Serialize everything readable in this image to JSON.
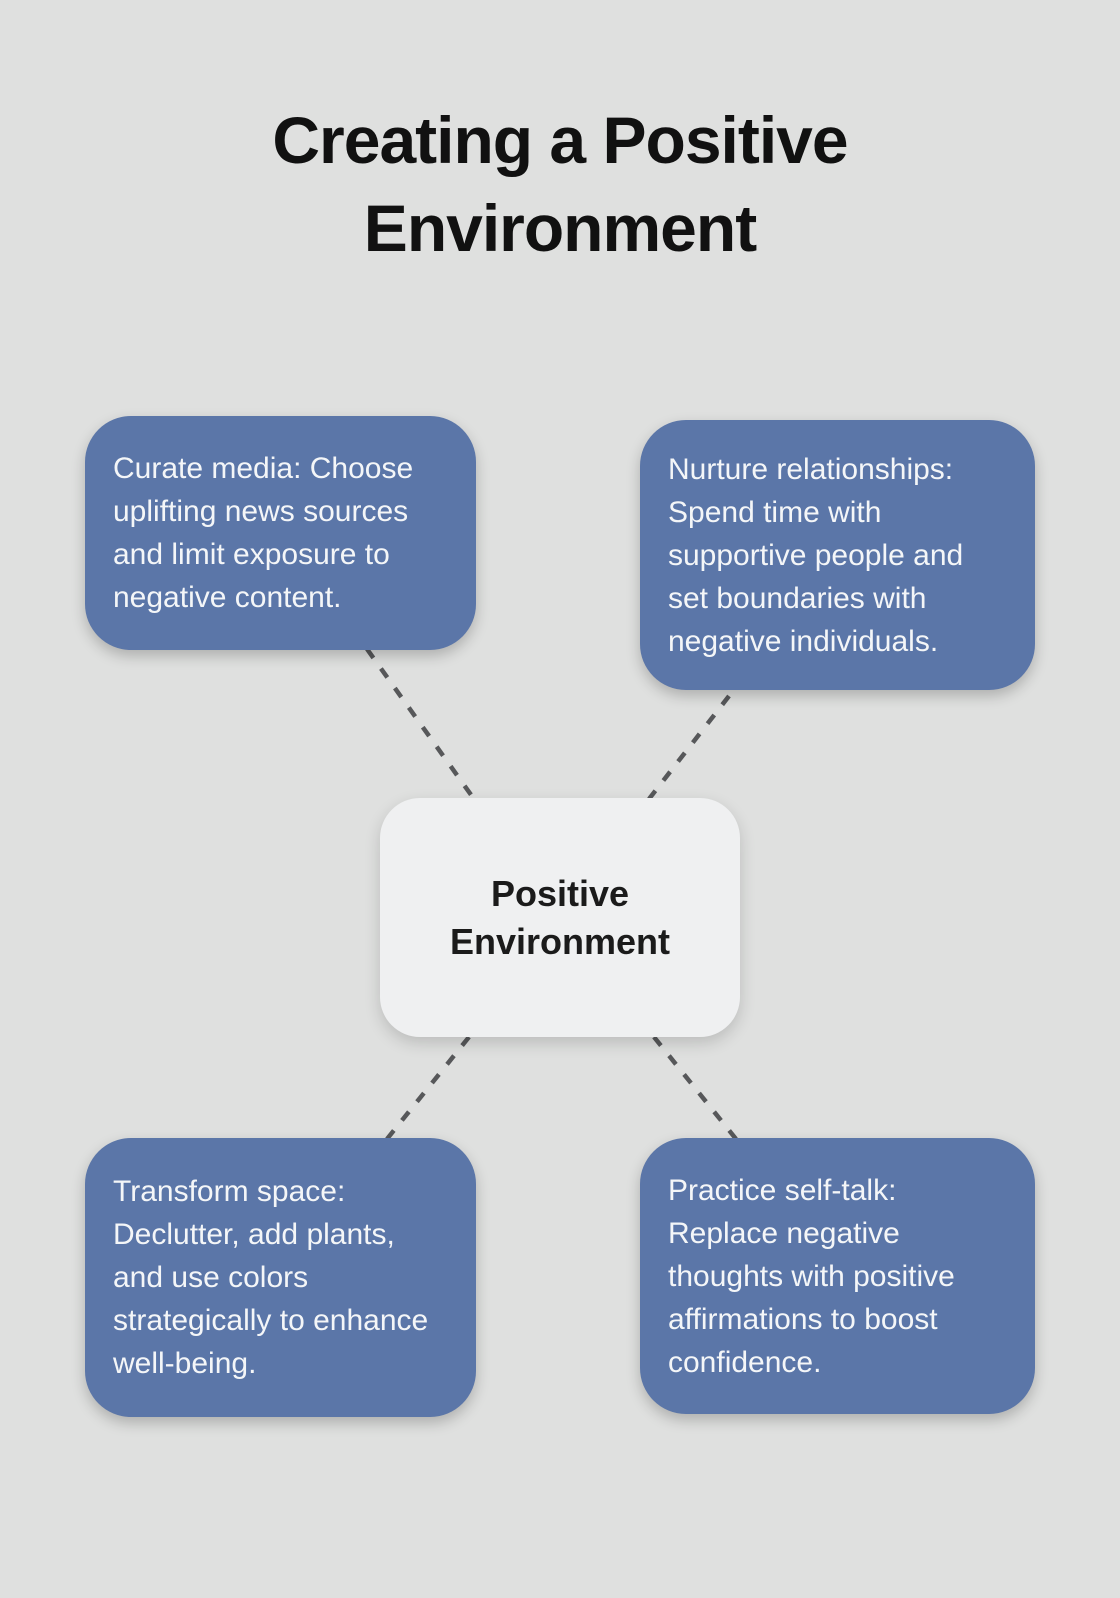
{
  "title": {
    "text": "Creating a Positive Environment"
  },
  "center_node": {
    "label": "Positive Environment"
  },
  "nodes": [
    {
      "id": "curate-media",
      "position": "top-left",
      "text": "Curate media: Choose uplifting news sources and limit exposure to negative content."
    },
    {
      "id": "nurture-relationships",
      "position": "top-right",
      "text": "Nurture relationships: Spend time with supportive people and set boundaries with negative individuals."
    },
    {
      "id": "transform-space",
      "position": "bottom-left",
      "text": "Transform space: Declutter, add plants, and use colors strategically to enhance well-being."
    },
    {
      "id": "practice-self-talk",
      "position": "bottom-right",
      "text": "Practice self-talk: Replace negative thoughts with positive affirmations to boost confidence."
    }
  ],
  "colors": {
    "background": "#dfe0df",
    "node_fill": "#5b76a8",
    "node_text": "#f4f6f8",
    "center_fill": "#eff0f1",
    "center_text": "#1b1b1b",
    "title_text": "#111111",
    "connector": "#57585a"
  }
}
